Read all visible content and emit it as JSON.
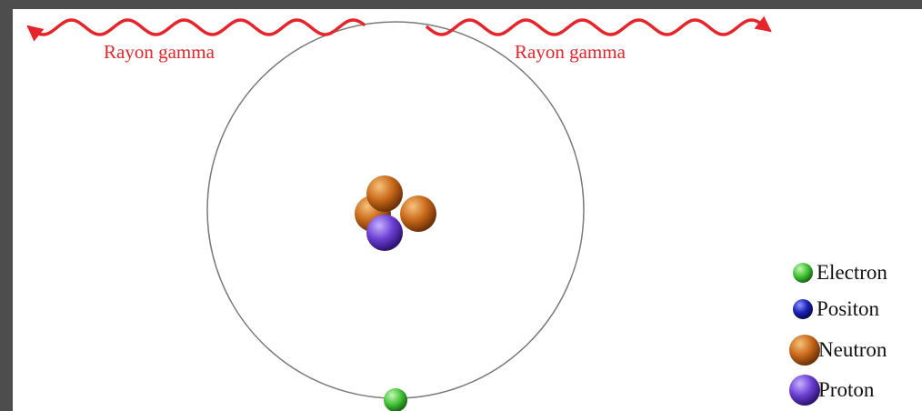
{
  "diagram": {
    "ray_labels": [
      "Rayon gamma",
      "Rayon gamma"
    ],
    "legend": [
      {
        "label": "Electron",
        "color": "#46c53a"
      },
      {
        "label": "Positon",
        "color": "#1b22b8"
      },
      {
        "label": "Neutron",
        "color": "#c9681a"
      },
      {
        "label": "Proton",
        "color": "#6c3fd4"
      }
    ],
    "colors": {
      "gamma_ray": "#e8242b",
      "orbit": "#7a7a7a",
      "neutron": "#c9681a",
      "proton": "#6c3fd4",
      "electron": "#46c53a",
      "positon": "#1b22b8"
    }
  }
}
